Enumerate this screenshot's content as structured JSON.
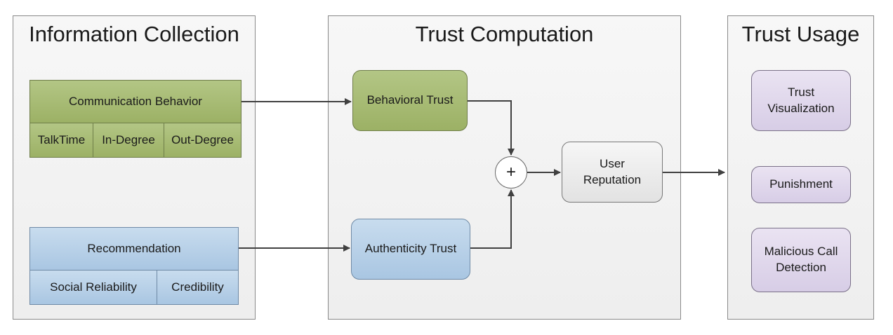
{
  "panels": {
    "collection": {
      "title": "Information Collection"
    },
    "computation": {
      "title": "Trust Computation"
    },
    "usage": {
      "title": "Trust Usage"
    }
  },
  "collection": {
    "communication": {
      "header": "Communication Behavior",
      "cells": [
        "TalkTime",
        "In-Degree",
        "Out-Degree"
      ]
    },
    "recommendation": {
      "header": "Recommendation",
      "cells": [
        "Social Reliability",
        "Credibility"
      ]
    }
  },
  "computation": {
    "behavioral": "Behavioral Trust",
    "authenticity": "Authenticity Trust",
    "combine_symbol": "+",
    "reputation": {
      "line1": "User",
      "line2": "Reputation"
    }
  },
  "usage": {
    "visualization": {
      "line1": "Trust",
      "line2": "Visualization"
    },
    "punishment": "Punishment",
    "malicious": {
      "line1": "Malicious Call",
      "line2": "Detection"
    }
  },
  "colors": {
    "green": "#9cb165",
    "blue": "#a9c6e2",
    "purple": "#d7cde6",
    "grey": "#e2e2e2",
    "arrow": "#404040"
  }
}
